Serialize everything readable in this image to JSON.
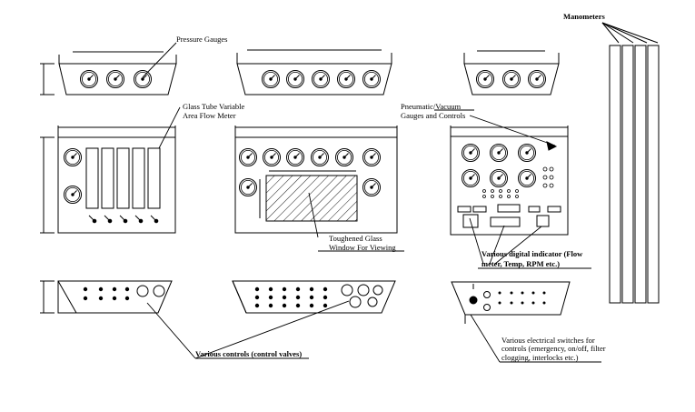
{
  "labels": {
    "pressure_gauges": "Pressure Gauges",
    "glass_tube_1": "Glass Tube Variable",
    "glass_tube_2": "Area Flow Meter",
    "pneumatic_1": "Pneumatic/Vacuum",
    "pneumatic_2": "Gauges and Controls",
    "manometers": "Manometers",
    "toughened_1": "Toughened Glass",
    "toughened_2": "Window For Viewing",
    "digital_1": "Various digital indicator (Flow",
    "digital_2": "meter, Temp, RPM etc.)",
    "controls": "Various controls (control valves)",
    "switches_1": "Various electrical switches for",
    "switches_2": "controls (emergency, on/off, filter",
    "switches_3": "clogging, interlocks etc.)"
  }
}
